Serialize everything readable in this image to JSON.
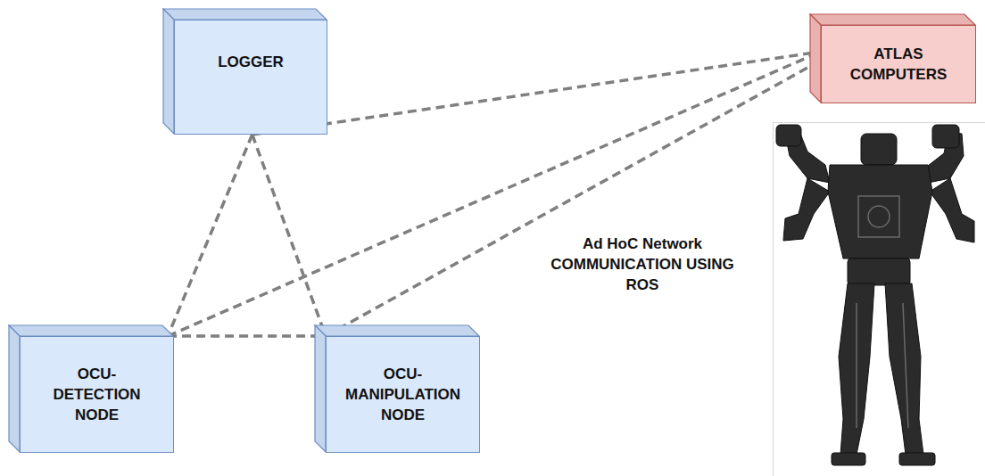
{
  "diagram": {
    "nodes": [
      {
        "text": [
          "LOGGER"
        ]
      },
      {
        "text": [
          "ATLAS COMPUTERS"
        ]
      },
      {
        "text": [
          "OCU- DETECTION NODE"
        ]
      },
      {
        "text": [
          "OCU- MANIPULATION NODE"
        ]
      }
    ],
    "edges": [
      {
        "from": 0,
        "to": 1,
        "arrow": "none"
      },
      {
        "from": 0,
        "to": 2,
        "arrow": "none"
      },
      {
        "from": 0,
        "to": 3,
        "arrow": "none"
      },
      {
        "from": 2,
        "to": 3,
        "arrow": "none"
      },
      {
        "from": 2,
        "to": 1,
        "arrow": "none"
      },
      {
        "from": 3,
        "to": 1,
        "arrow": "none"
      }
    ],
    "labels": [
      "Ad HoC Network COMMUNICATION USING ROS"
    ]
  }
}
